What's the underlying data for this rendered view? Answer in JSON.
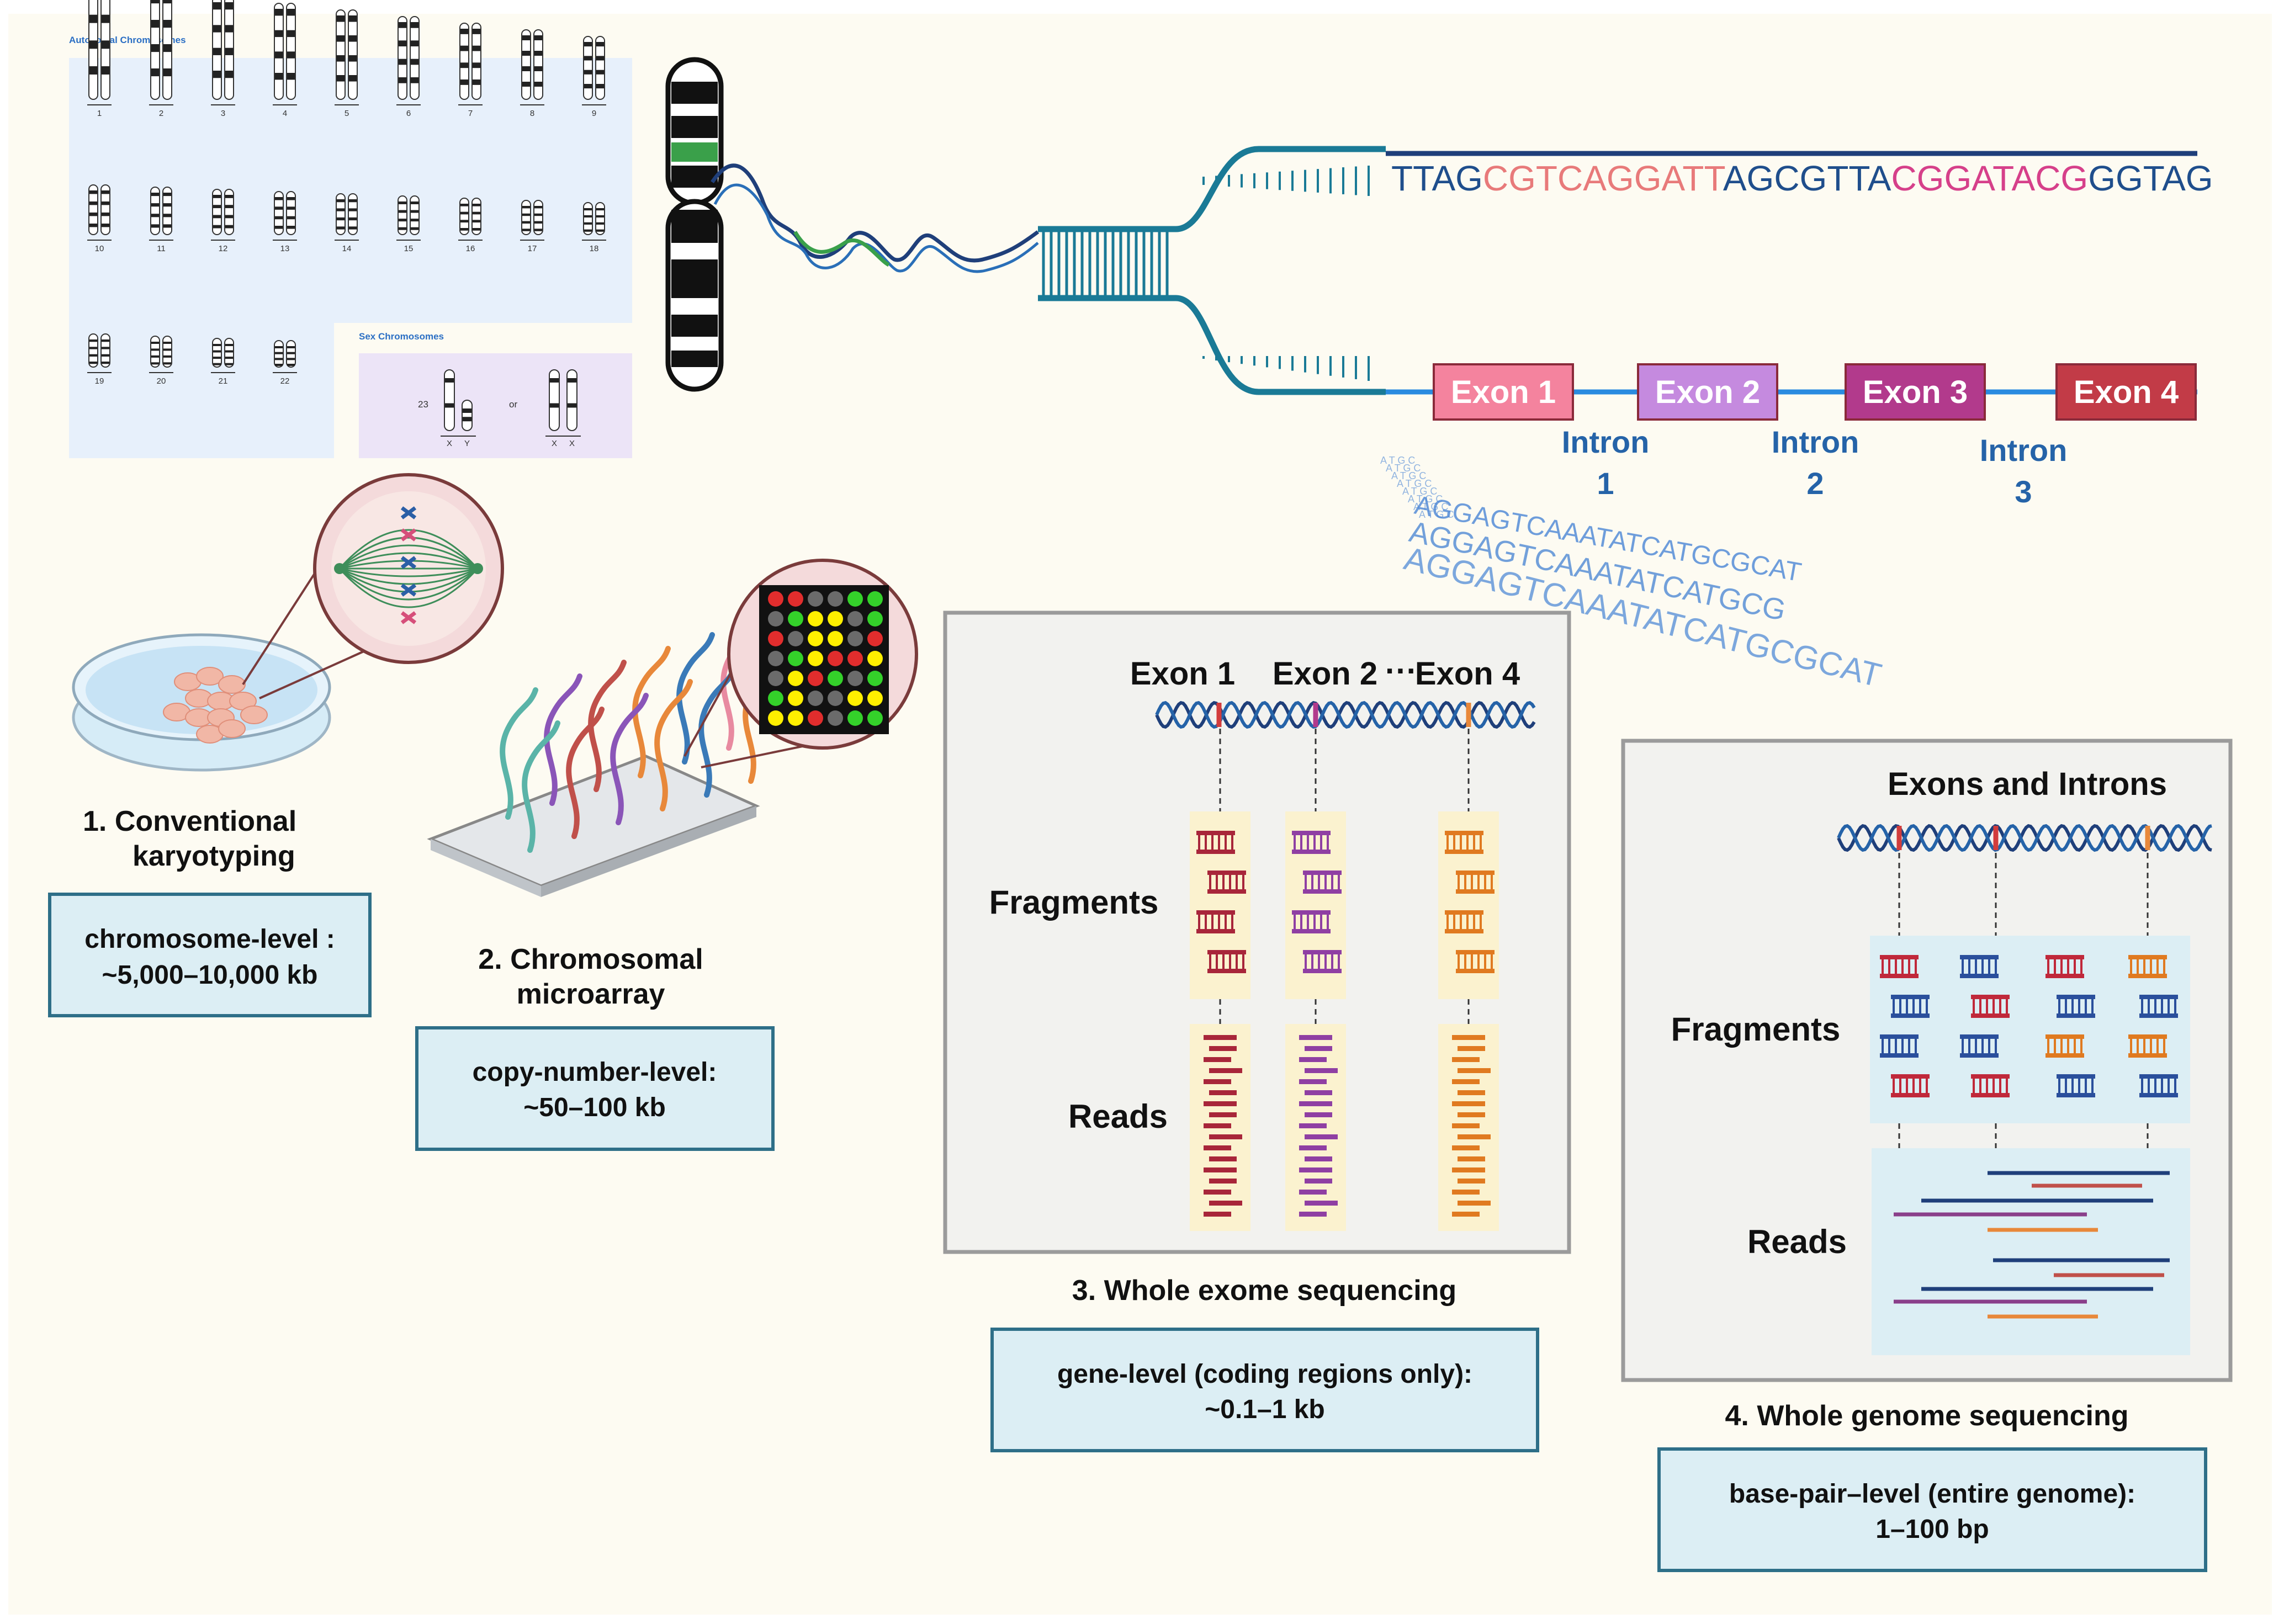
{
  "karyotype": {
    "autosomal_title": "Autosomal Chromosomes",
    "sex_title": "Sex Chromosomes",
    "chromosome_numbers": [
      "1",
      "2",
      "3",
      "4",
      "5",
      "6",
      "7",
      "8",
      "9",
      "10",
      "11",
      "12",
      "13",
      "14",
      "15",
      "16",
      "17",
      "18",
      "19",
      "20",
      "21",
      "22"
    ],
    "sex_number": "23",
    "or_text": "or",
    "xy": [
      "X",
      "Y"
    ],
    "xx": [
      "X",
      "X"
    ]
  },
  "dna": {
    "sequence_parts": [
      {
        "text": "TTAG",
        "color": "#1f4e8c"
      },
      {
        "text": "CGTCAGGATT",
        "color": "#e87a7a"
      },
      {
        "text": "AGCGTTA",
        "color": "#1f4e8c"
      },
      {
        "text": "CGGATACG",
        "color": "#d6408a"
      },
      {
        "text": "GGTAG",
        "color": "#1f4e8c"
      }
    ],
    "exons": [
      {
        "label": "Exon 1",
        "color": "#f4839e"
      },
      {
        "label": "Exon 2",
        "color": "#c58adf"
      },
      {
        "label": "Exon 3",
        "color": "#b23a8c"
      },
      {
        "label": "Exon 4",
        "color": "#c23b47"
      }
    ],
    "introns": [
      {
        "line1": "Intron",
        "line2": "1"
      },
      {
        "line1": "Intron",
        "line2": "2"
      },
      {
        "line1": "Intron",
        "line2": "3"
      }
    ],
    "scrambled_lines": [
      "AGGAGTCAAATATCATGCGCAT",
      "AGGAGTCAAATATCATGCG",
      "AGGAGTCAAATATCATGCGCAT"
    ]
  },
  "methods": {
    "m1": {
      "title_line1": "1.  Conventional",
      "title_line2": "karyotyping",
      "box_line1": "chromosome-level :",
      "box_line2": "~5,000–10,000 kb"
    },
    "m2": {
      "title_line1": "2. Chromosomal",
      "title_line2": "microarray",
      "box_line1": "copy-number-level:",
      "box_line2": "~50–100 kb"
    },
    "m3": {
      "title": "3. Whole exome sequencing",
      "box_line1": "gene-level (coding regions only):",
      "box_line2": "~0.1–1 kb",
      "exon1": "Exon 1",
      "exon2": "Exon 2",
      "dots": "···",
      "exon4": "Exon 4",
      "fragments": "Fragments",
      "reads": "Reads"
    },
    "m4": {
      "title": "4. Whole genome sequencing",
      "box_line1": "base-pair–level (entire genome):",
      "box_line2": "1–100 bp",
      "header": "Exons and Introns",
      "fragments": "Fragments",
      "reads": "Reads"
    }
  },
  "colors": {
    "background": "#fdfbf2",
    "box_fill": "#dceef4",
    "box_stroke": "#2e6f88",
    "panel_fill": "#f2f2ef",
    "panel_stroke": "#9b9b9b",
    "dna_blue": "#1a7a96",
    "navy": "#1f3f7a"
  }
}
